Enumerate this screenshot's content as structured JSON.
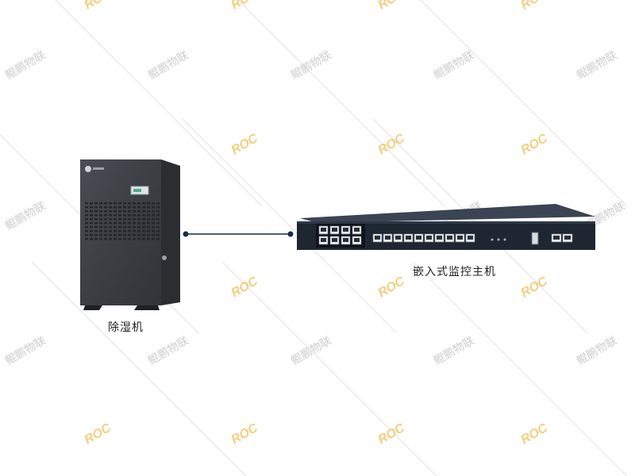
{
  "devices": {
    "dehumidifier": {
      "label": "除湿机"
    },
    "controller": {
      "label": "嵌入式监控主机"
    }
  },
  "watermark": {
    "brand": "ROC",
    "company": "鲲鹏物联"
  },
  "colors": {
    "cabinet": "#3a3d42",
    "cabinet_dark": "#2a2c30",
    "rack": "#1f2733",
    "connector_line": "#1b2a44",
    "watermark_gold": "#f3c66b",
    "watermark_gray": "#c9c9c9"
  }
}
